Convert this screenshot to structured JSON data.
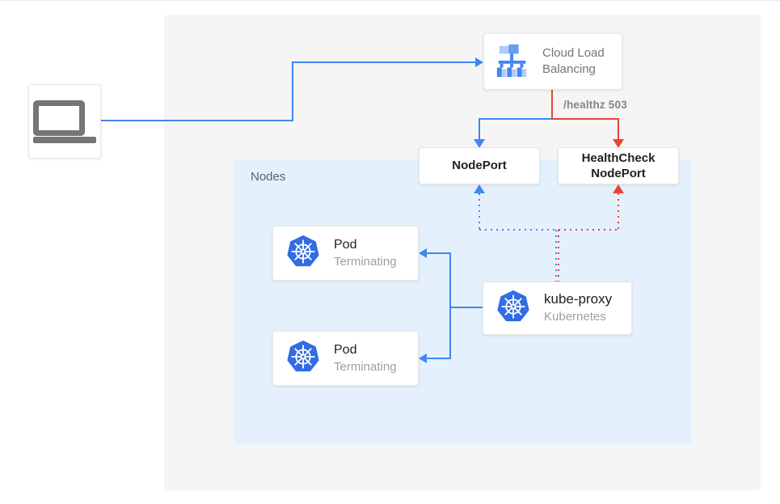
{
  "colors": {
    "blue": "#4285f4",
    "red": "#ea4335",
    "kubernetes_blue": "#326ce5",
    "panel_gray": "#f5f5f6",
    "nodes_panel_blue": "#e4f1fc",
    "text_dark": "#202124",
    "text_gray": "#757575",
    "annotation_gray": "#80868b"
  },
  "diagram": {
    "client": {
      "icon": "laptop-icon"
    },
    "cloud_load_balancing": {
      "label": "Cloud Load Balancing",
      "icon": "load-balancer-icon"
    },
    "annotation": {
      "text": "/healthz 503"
    },
    "nodeport": {
      "label": "NodePort"
    },
    "healthcheck_nodeport": {
      "label": "HealthCheck NodePort"
    },
    "nodes_panel": {
      "label": "Nodes"
    },
    "pods": [
      {
        "title": "Pod",
        "status": "Terminating",
        "icon": "kubernetes-icon"
      },
      {
        "title": "Pod",
        "status": "Terminating",
        "icon": "kubernetes-icon"
      }
    ],
    "kube_proxy": {
      "title": "kube-proxy",
      "subtitle": "Kubernetes",
      "icon": "kubernetes-icon"
    }
  }
}
